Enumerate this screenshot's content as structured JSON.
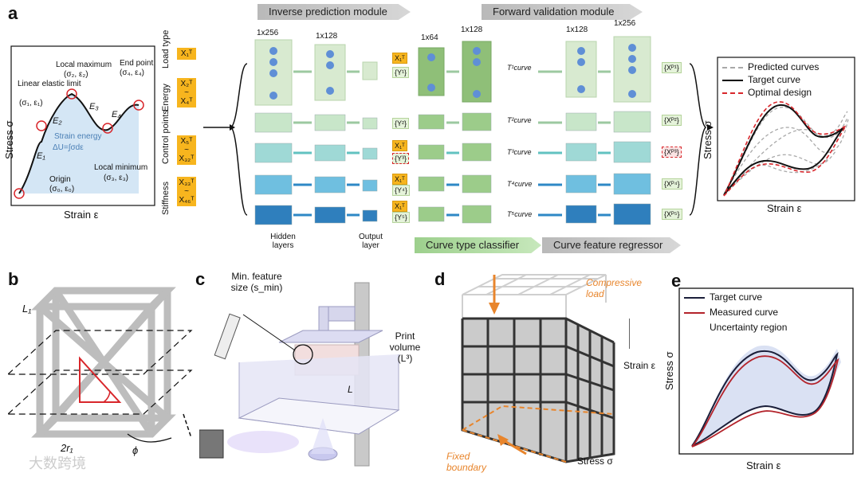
{
  "panels": {
    "a": "a",
    "b": "b",
    "c": "c",
    "d": "d",
    "e": "e"
  },
  "panel_a": {
    "curve_plot": {
      "ylabel": "Stress σ",
      "xlabel": "Strain ε",
      "labels": {
        "linear": "Linear elastic limit",
        "linear_coords": "(σ₁, ε₁)",
        "local_max": "Local maximum",
        "local_max_coords": "(σ₂, ε₂)",
        "end_point": "End point",
        "end_point_coords": "(σ₄, ε₄)",
        "local_min": "Local minimum",
        "local_min_coords": "(σ₃, ε₃)",
        "origin": "Origin",
        "origin_coords": "(σ₀, ε₀)",
        "strain_energy": "Strain energy",
        "strain_energy_formula": "ΔU=∫σdε",
        "E1": "E₁",
        "E2": "E₂",
        "E3": "E₃",
        "E4": "E₄"
      }
    },
    "row_labels": [
      "Load type",
      "Energy",
      "Control points",
      "Stiffness"
    ],
    "input_boxes": [
      {
        "top": "X₁ᵀ",
        "mid": "",
        "bot": ""
      },
      {
        "top": "X₂ᵀ",
        "mid": "~",
        "bot": "X₄ᵀ"
      },
      {
        "top": "X₅ᵀ",
        "mid": "~",
        "bot": "X₃₂ᵀ"
      },
      {
        "top": "X₃₃ᵀ",
        "mid": "~",
        "bot": "X₄₆ᵀ"
      }
    ],
    "modules": {
      "inverse": "Inverse prediction module",
      "forward": "Forward validation module",
      "classifier": "Curve type classifier",
      "regressor": "Curve feature regressor"
    },
    "layer_sizes": [
      "1x256",
      "1x128",
      "1x64",
      "1x128",
      "1x128",
      "1x256"
    ],
    "bottom_labels": {
      "hidden": "Hidden layers",
      "output": "Output layer"
    },
    "y_tags": [
      "{Y¹}",
      "{Y²}",
      "{Y³}",
      "{Y⁴}",
      "{Y⁵}"
    ],
    "x_tags": [
      "X₁ᵀ",
      "X₁ᵀ",
      "X₁ᵀ",
      "X₁ᵀ"
    ],
    "t_tags": [
      "T¹curve",
      "T²curve",
      "T³curve",
      "T⁴curve",
      "T⁵curve"
    ],
    "out_tags": [
      "{Xᴾ¹}",
      "{Xᴾ²}",
      "{Xᴾ³}",
      "{Xᴾ⁴}",
      "{Xᴾ⁵}"
    ],
    "result_plot": {
      "legend": [
        "Predicted curves",
        "Target curve",
        "Optimal design"
      ],
      "ylabel": "Stress σ",
      "xlabel": "Strain ε",
      "colors": {
        "predicted": "#a8a8a8",
        "target": "#000000",
        "optimal": "#d8262b"
      }
    }
  },
  "panel_b": {
    "L1": "L₁",
    "r1": "2r₁",
    "phi": "ϕ"
  },
  "panel_c": {
    "min_feature": "Min. feature size (s_min)",
    "print_volume": "Print volume (L³)",
    "L": "L"
  },
  "panel_d": {
    "compressive": "Compressive load",
    "strain": "Strain ε",
    "fixed": "Fixed boundary",
    "stress": "Stress σ",
    "accent": "#e8852c"
  },
  "panel_e": {
    "legend": [
      "Target curve",
      "Measured curve",
      "Uncertainty region"
    ],
    "ylabel": "Stress σ",
    "xlabel": "Strain ε",
    "colors": {
      "target": "#1b1f3a",
      "measured": "#b3232b",
      "uncertainty": "#bcc9ea"
    }
  },
  "watermark": "大数跨境"
}
